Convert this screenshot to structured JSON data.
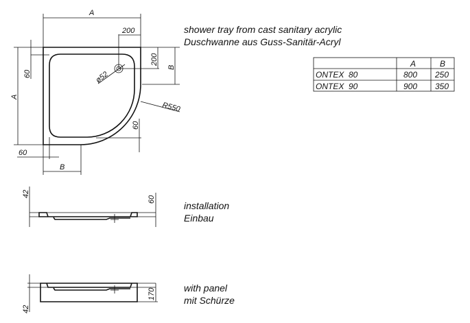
{
  "description": {
    "title_en": "shower tray from cast sanitary acrylic",
    "title_de": "Duschwanne aus Guss-Sanitär-Acryl"
  },
  "top_view": {
    "dim_a_top": "A",
    "dim_a_left": "A",
    "dim_200_top": "200",
    "dim_200_right": "200",
    "dim_b_right": "B",
    "dim_b_bottom": "B",
    "dim_60_left": "60",
    "dim_60_bottom": "60",
    "dim_60_right": "60",
    "drain_diameter": "ø52",
    "radius": "R550"
  },
  "table": {
    "headers": [
      "",
      "A",
      "B"
    ],
    "rows": [
      [
        "ONTEX  80",
        "800",
        "250"
      ],
      [
        "ONTEX  90",
        "900",
        "350"
      ]
    ]
  },
  "installation_view": {
    "dim_42": "42",
    "dim_60": "60",
    "label_en": "installation",
    "label_de": "Einbau"
  },
  "panel_view": {
    "dim_42": "42",
    "dim_170": "170",
    "label_en": "with panel",
    "label_de": "mit Schürze"
  }
}
